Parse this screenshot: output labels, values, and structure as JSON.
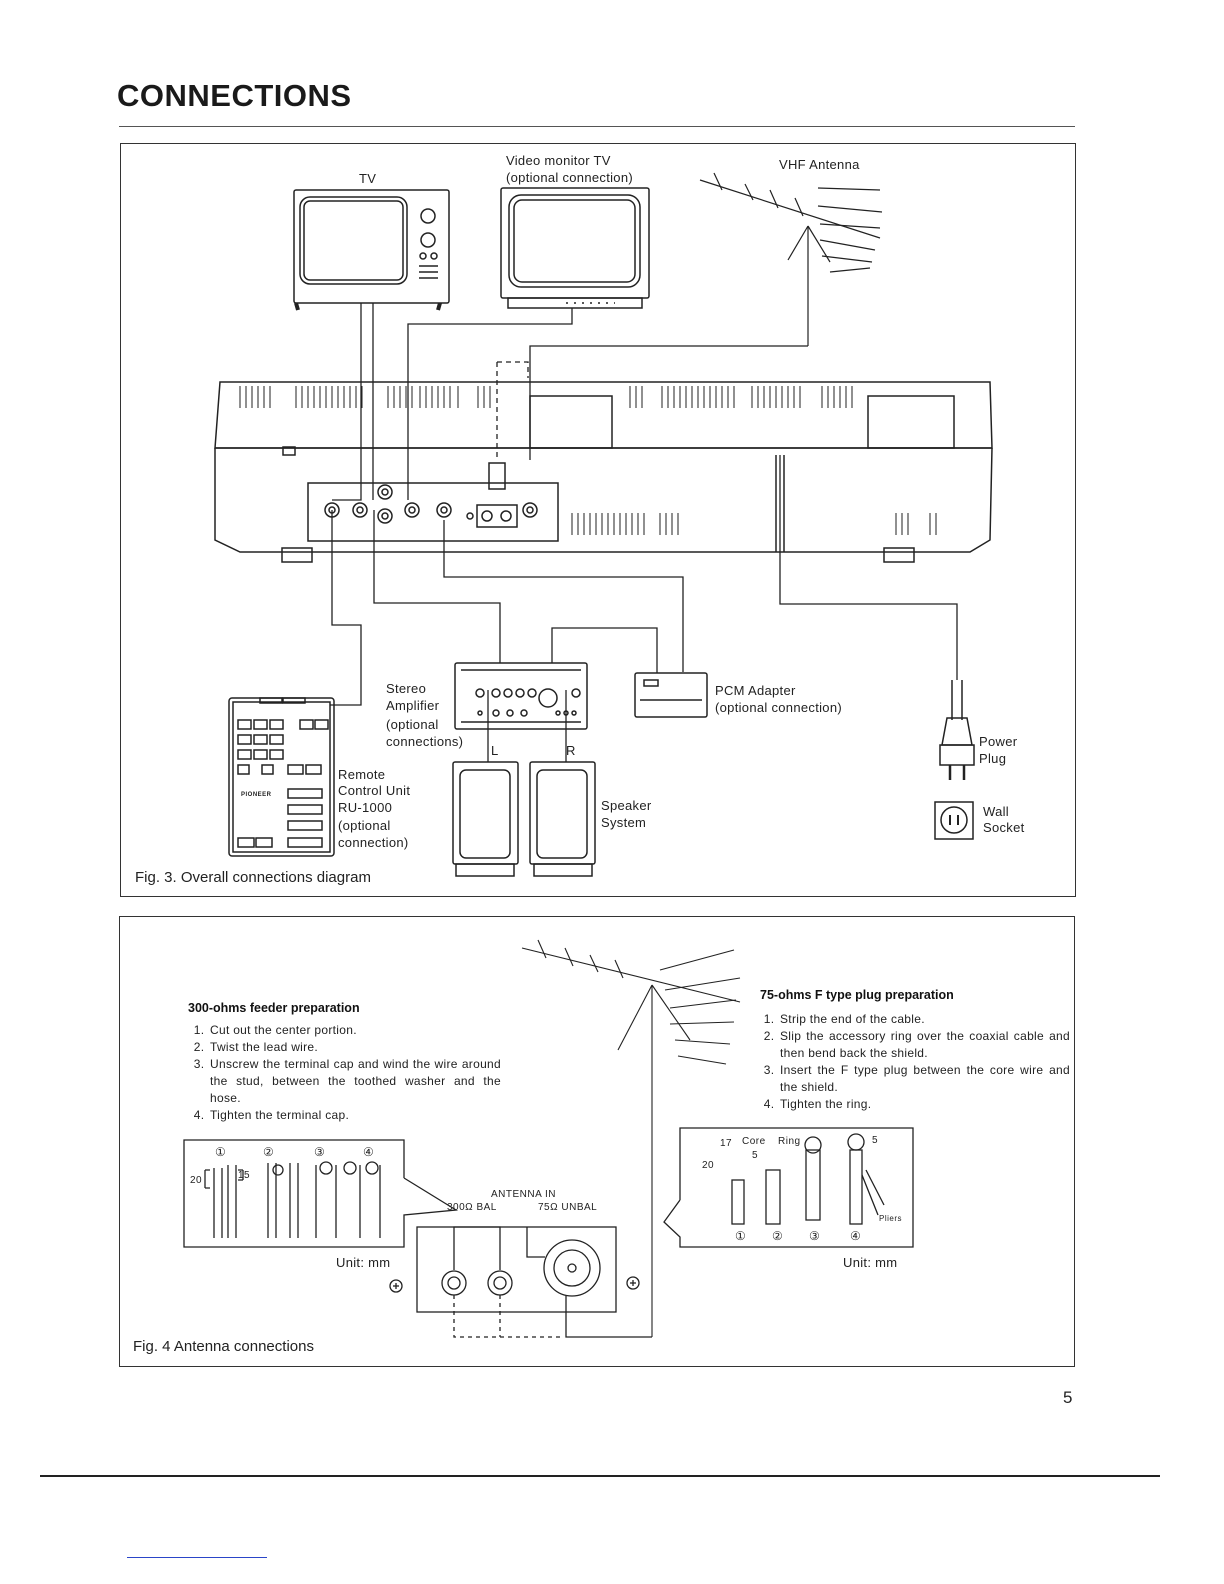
{
  "page": {
    "title": "CONNECTIONS",
    "page_number": "5"
  },
  "fig3": {
    "caption": "Fig. 3.  Overall connections diagram",
    "tv_label": "TV",
    "video_monitor_label": [
      "Video monitor TV",
      "(optional connection)"
    ],
    "vhf_antenna_label": "VHF Antenna",
    "stereo_amplifier_label": [
      "Stereo",
      "Amplifier",
      "(optional",
      "connections)"
    ],
    "pcm_adapter_label": [
      "PCM Adapter",
      "(optional connection)"
    ],
    "remote_label": [
      "Remote",
      "Control Unit",
      "RU-1000",
      "(optional",
      "connection)"
    ],
    "speaker_label": [
      "Speaker",
      "System"
    ],
    "channel_left": "L",
    "channel_right": "R",
    "power_plug_label": [
      "Power",
      "Plug"
    ],
    "wall_socket_label": [
      "Wall",
      "Socket"
    ],
    "remote_brand": "PIONEER"
  },
  "fig4": {
    "caption": "Fig. 4  Antenna connections",
    "feeder_heading": "300-ohms feeder preparation",
    "feeder_steps": [
      "Cut out the center portion.",
      "Twist the lead wire.",
      "Unscrew the terminal cap and wind the wire around the stud, between the toothed washer and the hose.",
      "Tighten the terminal cap."
    ],
    "fplug_heading": "75-ohms F type plug preparation",
    "fplug_steps": [
      "Strip the end of the cable.",
      "Slip the accessory ring over the coaxial cable and then bend back the shield.",
      "Insert the F type plug between the core wire and the shield.",
      "Tighten the ring."
    ],
    "unit_label": "Unit:  mm",
    "antenna_in": "ANTENNA IN",
    "bal_label": "300Ω BAL",
    "unbal_label": "75Ω UNBAL",
    "core_label": "Core",
    "ring_label": "Ring",
    "pliers_label": "Pliers",
    "step_markers": [
      "①",
      "②",
      "③",
      "④"
    ],
    "dim_20": "20",
    "dim_15": "15",
    "dim_17": "17",
    "dim_5": "5"
  }
}
